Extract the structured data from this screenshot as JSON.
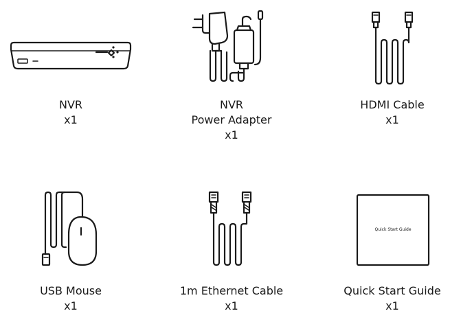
{
  "items": [
    {
      "name_lines": [
        "NVR"
      ],
      "qty": "x1",
      "icon": "nvr-icon"
    },
    {
      "name_lines": [
        "NVR",
        "Power Adapter"
      ],
      "qty": "x1",
      "icon": "power-adapter-icon"
    },
    {
      "name_lines": [
        "HDMI Cable"
      ],
      "qty": "x1",
      "icon": "hdmi-cable-icon"
    },
    {
      "name_lines": [
        "USB Mouse"
      ],
      "qty": "x1",
      "icon": "usb-mouse-icon"
    },
    {
      "name_lines": [
        "1m Ethernet Cable"
      ],
      "qty": "x1",
      "icon": "ethernet-cable-icon"
    },
    {
      "name_lines": [
        "Quick Start Guide"
      ],
      "qty": "x1",
      "icon": "quick-start-guide-icon"
    }
  ],
  "guide_cover_text": "Quick Start Guide"
}
